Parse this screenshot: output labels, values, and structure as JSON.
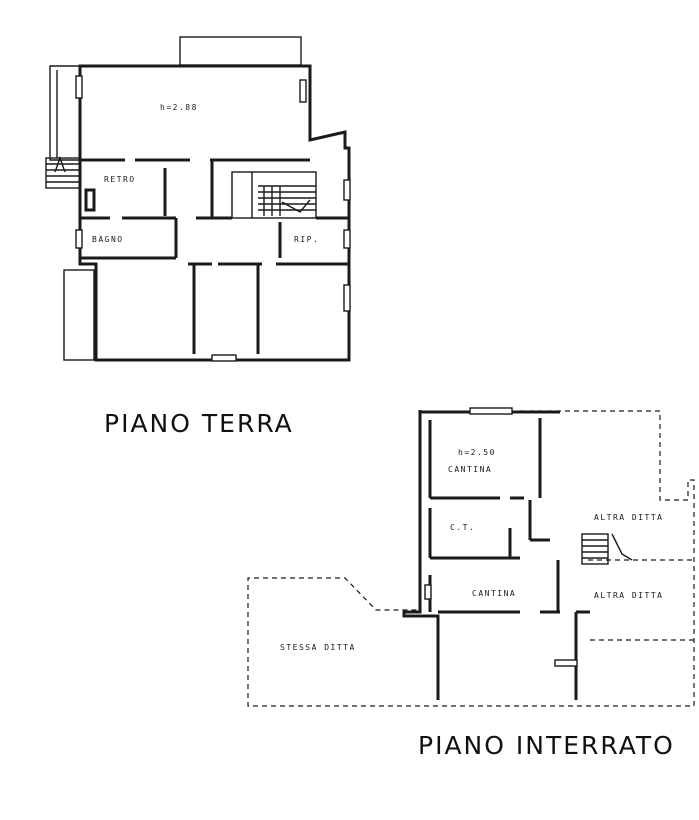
{
  "titles": {
    "ground_floor": "PIANO TERRA",
    "basement": "PIANO INTERRATO"
  },
  "ground_floor": {
    "height_label": "h=2.88",
    "rooms": {
      "retro": "RETRO",
      "bagno": "BAGNO",
      "rip": "RIP."
    }
  },
  "basement": {
    "height_label": "h=2.50",
    "rooms": {
      "cantina_top": "CANTINA",
      "ct": "C.T.",
      "cantina_mid": "CANTINA",
      "altra_ditta_1": "ALTRA DITTA",
      "altra_ditta_2": "ALTRA DITTA",
      "stessa_ditta": "STESSA DITTA"
    }
  }
}
